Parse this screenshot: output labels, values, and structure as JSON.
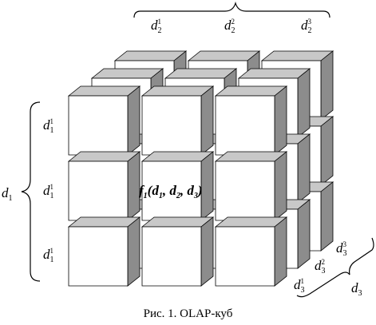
{
  "diagram": {
    "function_label": {
      "name": "f",
      "index": "1",
      "args": [
        {
          "name": "d",
          "index": "1"
        },
        {
          "name": "d",
          "index": "2"
        },
        {
          "name": "d",
          "index": "3"
        }
      ]
    },
    "dimension_labels": {
      "d1": {
        "name": "d",
        "index": "1"
      },
      "d2_members": [
        {
          "name": "d",
          "index": "2",
          "level": "1"
        },
        {
          "name": "d",
          "index": "2",
          "level": "2"
        },
        {
          "name": "d",
          "index": "2",
          "level": "3"
        }
      ],
      "d1_members": [
        {
          "name": "d",
          "index": "1",
          "level": "1"
        },
        {
          "name": "d",
          "index": "1",
          "level": "1"
        },
        {
          "name": "d",
          "index": "1",
          "level": "1"
        }
      ],
      "d3_members": [
        {
          "name": "d",
          "index": "3",
          "level": "1"
        },
        {
          "name": "d",
          "index": "3",
          "level": "2"
        },
        {
          "name": "d",
          "index": "3",
          "level": "3"
        }
      ],
      "d3": {
        "name": "d",
        "index": "3"
      }
    },
    "colors": {
      "front": "#ffffff",
      "top": "#c8c8c8",
      "side": "#8c8c8c",
      "edge": "#000000"
    }
  },
  "caption": "Рис. 1. OLAP-куб"
}
